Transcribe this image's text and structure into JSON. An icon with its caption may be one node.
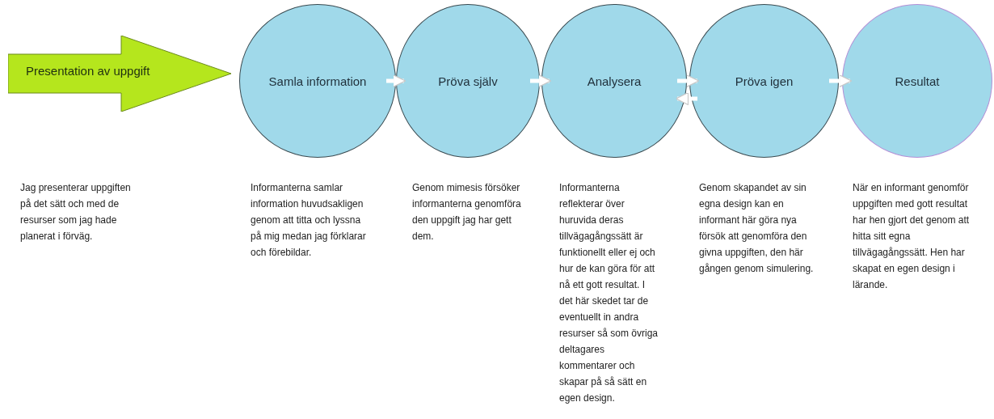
{
  "diagram": {
    "nodes": [
      {
        "text": [
          "Presentation av uppgift"
        ]
      },
      {
        "text": [
          "Samla information"
        ],
        "beside": [
          "Informanterna samlar information huvudsakligen genom att titta och lyssna på mig medan jag förklarar och förebildar."
        ]
      },
      {
        "text": [
          "Pröva själv"
        ],
        "beside": [
          "Genom mimesis försöker informanterna genomföra den uppgift jag har gett dem."
        ]
      },
      {
        "text": [
          "Analysera"
        ],
        "beside": [
          "Informanterna reflekterar över huruvida deras tillvägagångssätt är funktionellt eller ej och hur de kan göra för att nå ett gott resultat. I det här skedet tar de eventuellt in andra resurser så som övriga deltagares kommentarer och skapar på så sätt en egen design."
        ]
      },
      {
        "text": [
          "Pröva igen"
        ],
        "beside": [
          "Genom skapandet av sin egna design kan en informant här göra nya försök att genomföra den givna uppgiften, den här gången genom simulering."
        ]
      },
      {
        "text": [
          "Resultat"
        ],
        "beside": [
          "När en informant genomför uppgiften med gott resultat har hen gjort det genom att hitta sitt egna tillvägagångssätt. Hen har skapat en egen design i lärande."
        ]
      }
    ],
    "edges": [
      {
        "from": 1,
        "to": 2,
        "arrow": "to"
      },
      {
        "from": 2,
        "to": 3,
        "arrow": "to"
      },
      {
        "from": 3,
        "to": 4,
        "arrow": "to"
      },
      {
        "from": 4,
        "to": 3,
        "arrow": "to"
      },
      {
        "from": 4,
        "to": 5,
        "arrow": "to"
      }
    ],
    "labels": [
      "Jag presenterar uppgiften på det sätt och med de resurser som jag hade planerat i förväg."
    ]
  }
}
